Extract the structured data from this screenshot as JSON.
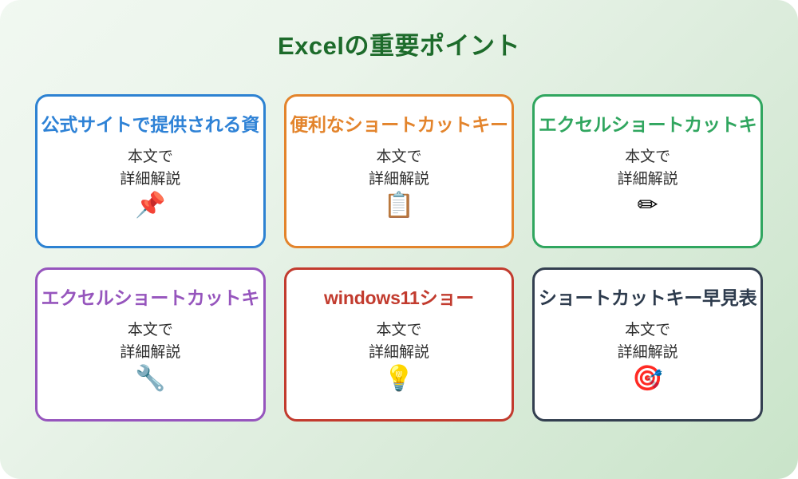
{
  "page": {
    "title": "Excelの重要ポイント",
    "title_color": "#1d6b2b",
    "background_from": "#f1f8f1",
    "background_to": "#c9e4c9"
  },
  "cards": [
    {
      "title": "公式サイトで提供される資",
      "body": "本文で\n詳細解説",
      "icon": "📌",
      "icon_name": "pushpin-icon",
      "color": "#2e82d6",
      "color_name": "blue"
    },
    {
      "title": "便利なショートカットキー",
      "body": "本文で\n詳細解説",
      "icon": "📋",
      "icon_name": "clipboard-icon",
      "color": "#e3842c",
      "color_name": "orange"
    },
    {
      "title": "エクセルショートカットキ",
      "body": "本文で\n詳細解説",
      "icon": "✏",
      "icon_name": "pencil-icon",
      "color": "#30a65f",
      "color_name": "green"
    },
    {
      "title": "エクセルショートカットキ",
      "body": "本文で\n詳細解説",
      "icon": "🔧",
      "icon_name": "wrench-icon",
      "color": "#9655bd",
      "color_name": "purple"
    },
    {
      "title": "windows11ショー",
      "body": "本文で\n詳細解説",
      "icon": "💡",
      "icon_name": "lightbulb-icon",
      "color": "#c23b2e",
      "color_name": "red"
    },
    {
      "title": "ショートカットキー早見表",
      "body": "本文で\n詳細解説",
      "icon": "🎯",
      "icon_name": "target-dart-icon",
      "color": "#2d3b4d",
      "color_name": "navy"
    }
  ]
}
